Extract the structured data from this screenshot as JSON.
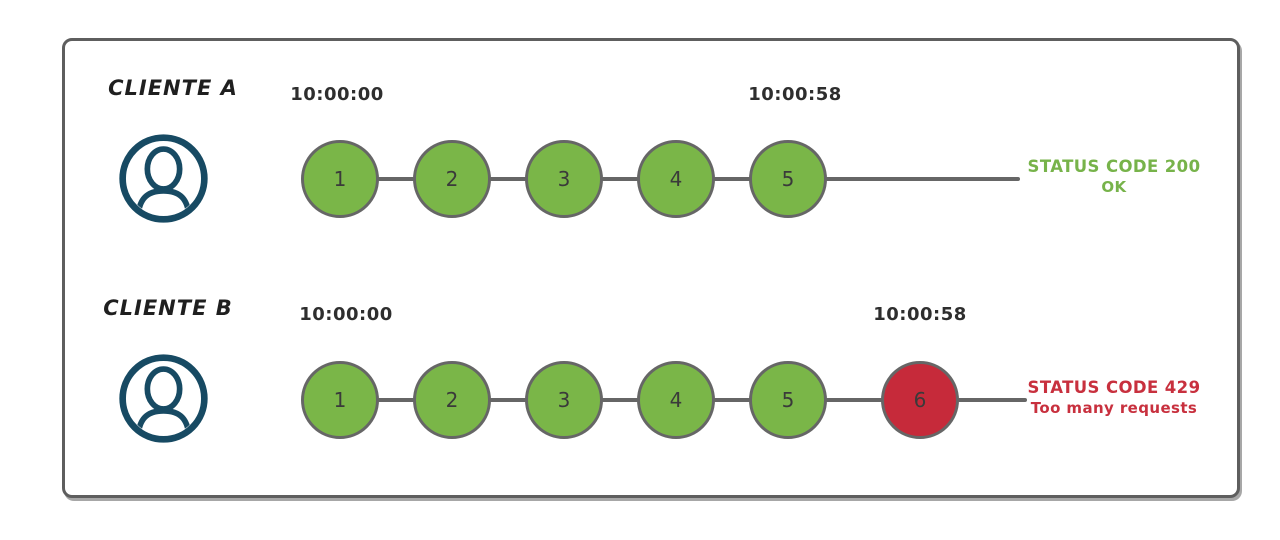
{
  "palette": {
    "green": "#7AB648",
    "red": "#C62A3A",
    "green_text": "#77B34A",
    "red_text": "#C8303E",
    "line_gray": "#666666",
    "icon_navy": "#174A63"
  },
  "rows": [
    {
      "client_label": "CLIENTE A",
      "start_time": "10:00:00",
      "end_time": "10:00:58",
      "requests": [
        {
          "label": "1",
          "color": "green"
        },
        {
          "label": "2",
          "color": "green"
        },
        {
          "label": "3",
          "color": "green"
        },
        {
          "label": "4",
          "color": "green"
        },
        {
          "label": "5",
          "color": "green"
        }
      ],
      "status": {
        "line1": "STATUS CODE 200",
        "line2": "OK",
        "color": "green_text"
      }
    },
    {
      "client_label": "CLIENTE B",
      "start_time": "10:00:00",
      "end_time": "10:00:58",
      "requests": [
        {
          "label": "1",
          "color": "green"
        },
        {
          "label": "2",
          "color": "green"
        },
        {
          "label": "3",
          "color": "green"
        },
        {
          "label": "4",
          "color": "green"
        },
        {
          "label": "5",
          "color": "green"
        },
        {
          "label": "6",
          "color": "red"
        }
      ],
      "status": {
        "line1": "STATUS CODE 429",
        "line2": "Too many requests",
        "color": "red_text"
      }
    }
  ]
}
